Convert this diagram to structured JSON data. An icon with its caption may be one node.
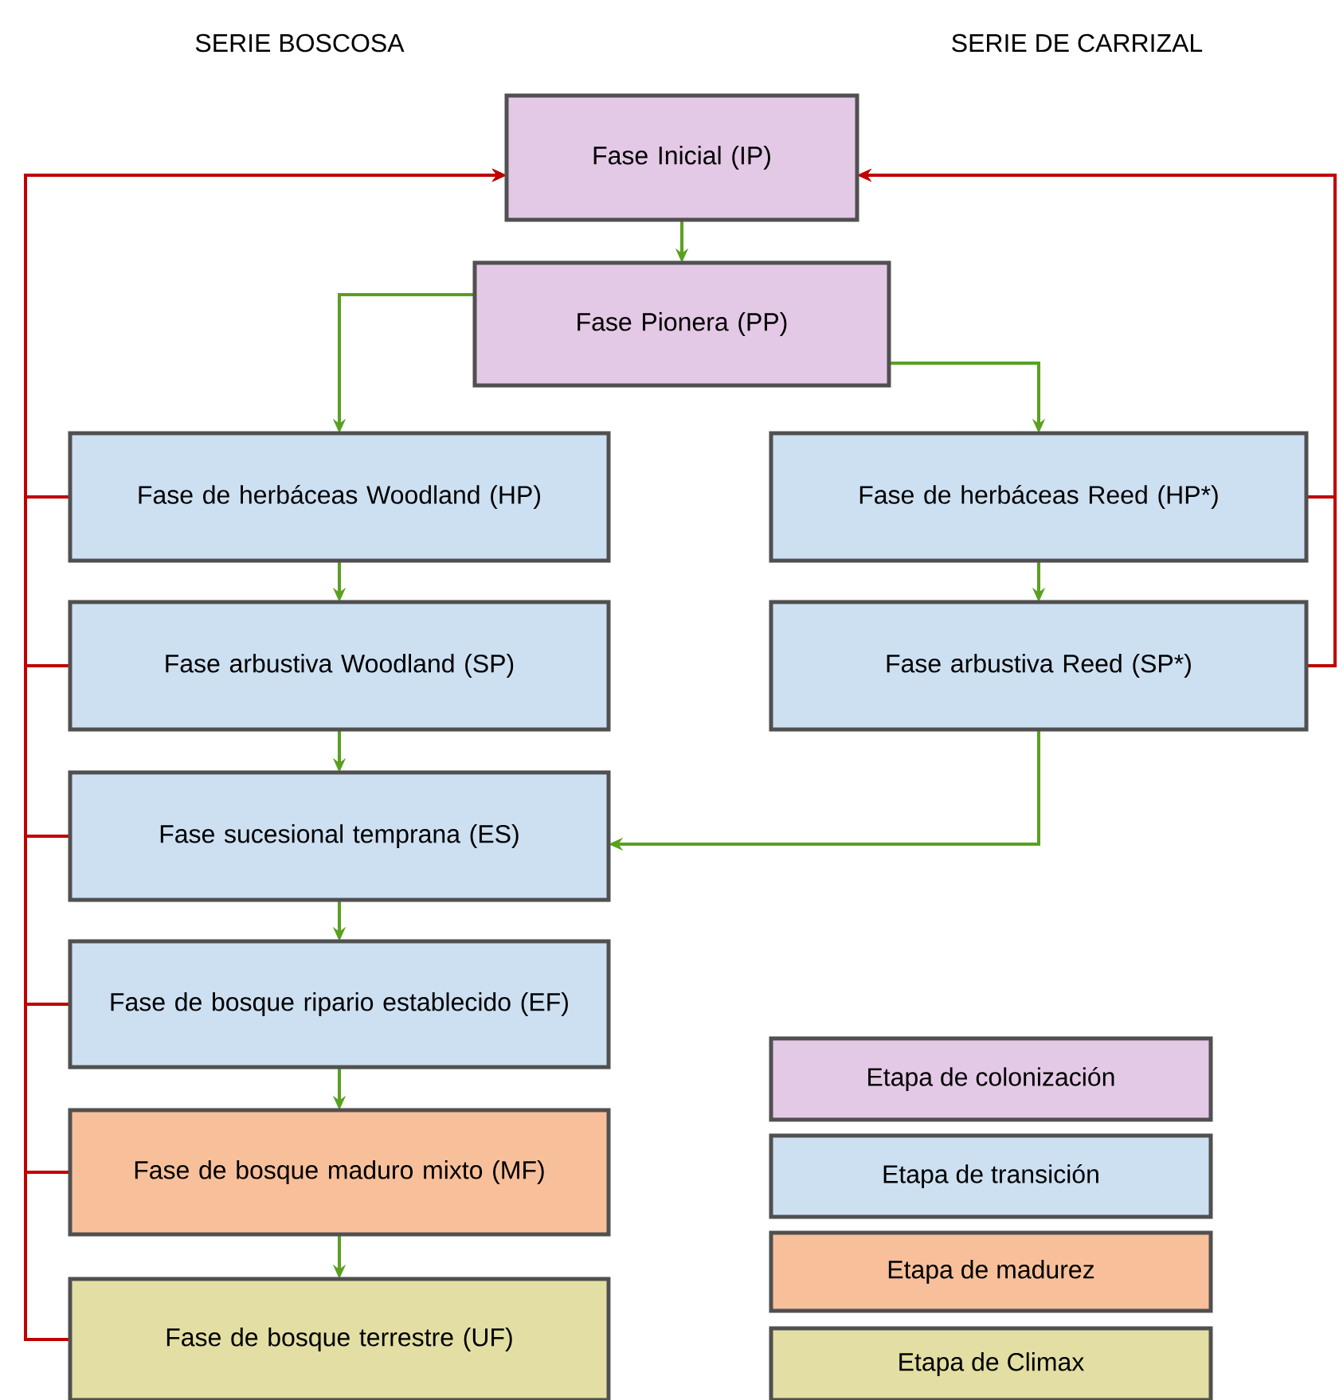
{
  "diagram": {
    "nodes": [
      {
        "text": [
          "Fase Inicial (IP)"
        ]
      },
      {
        "text": [
          "Fase Pionera (PP)"
        ]
      },
      {
        "text": [
          "Fase de herbáceas Woodland (HP)"
        ]
      },
      {
        "text": [
          "Fase de herbáceas Reed (HP*)"
        ]
      },
      {
        "text": [
          "Fase arbustiva Woodland (SP)"
        ]
      },
      {
        "text": [
          "Fase arbustiva Reed (SP*)"
        ]
      },
      {
        "text": [
          "Fase sucesional temprana (ES)"
        ]
      },
      {
        "text": [
          "Fase de bosque ripario establecido (EF)"
        ]
      },
      {
        "text": [
          "Fase de bosque maduro mixto (MF)"
        ]
      },
      {
        "text": [
          "Fase de bosque terrestre (UF)"
        ]
      }
    ],
    "edges": [
      {
        "from": 0,
        "to": 1,
        "arrow": "to"
      },
      {
        "from": 1,
        "to": 2,
        "arrow": "to"
      },
      {
        "from": 1,
        "to": 3,
        "arrow": "to"
      },
      {
        "from": 2,
        "to": 4,
        "arrow": "to"
      },
      {
        "from": 3,
        "to": 5,
        "arrow": "to"
      },
      {
        "from": 4,
        "to": 6,
        "arrow": "to"
      },
      {
        "from": 5,
        "to": 6,
        "arrow": "to"
      },
      {
        "from": 6,
        "to": 7,
        "arrow": "to"
      },
      {
        "from": 7,
        "to": 8,
        "arrow": "to"
      },
      {
        "from": 8,
        "to": 9,
        "arrow": "to"
      },
      {
        "from": 2,
        "to": 0,
        "arrow": "to",
        "color": "#c00000"
      },
      {
        "from": 4,
        "to": 0,
        "arrow": "to",
        "color": "#c00000"
      },
      {
        "from": 6,
        "to": 0,
        "arrow": "to",
        "color": "#c00000"
      },
      {
        "from": 7,
        "to": 0,
        "arrow": "to",
        "color": "#c00000"
      },
      {
        "from": 8,
        "to": 0,
        "arrow": "to",
        "color": "#c00000"
      },
      {
        "from": 9,
        "to": 0,
        "arrow": "to",
        "color": "#c00000"
      },
      {
        "from": 3,
        "to": 0,
        "arrow": "to",
        "color": "#c00000"
      },
      {
        "from": 5,
        "to": 0,
        "arrow": "to",
        "color": "#c00000"
      }
    ],
    "labels": [
      "SERIE BOSCOSA",
      "SERIE DE CARRIZAL"
    ],
    "legend": [
      {
        "text": "Etapa de colonización",
        "color": "#e4c9e6"
      },
      {
        "text": "Etapa de transición",
        "color": "#cde0f2"
      },
      {
        "text": "Etapa de madurez",
        "color": "#f8c09a"
      },
      {
        "text": "Etapa de Climax",
        "color": "#e3dfa4"
      }
    ]
  }
}
